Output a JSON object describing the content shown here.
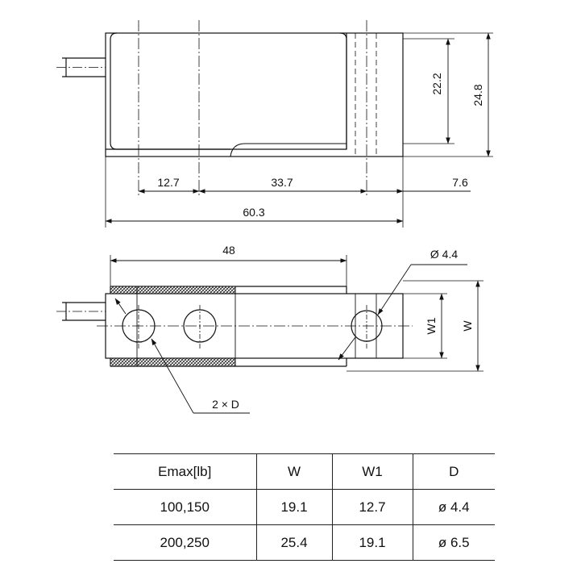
{
  "side_view": {
    "dims": {
      "height_inner": "22.2",
      "height_total": "24.8",
      "offset_left": "12.7",
      "hole_spacing": "33.7",
      "offset_right": "7.6",
      "length_total": "60.3"
    }
  },
  "top_view": {
    "dims": {
      "span": "48",
      "hole_dia": "Ø 4.4",
      "width_inner": "W1",
      "width_total": "W",
      "holes_note": "2 × D"
    }
  },
  "spec_table": {
    "headers": [
      "Emax[lb]",
      "W",
      "W1",
      "D"
    ],
    "rows": [
      [
        "100,150",
        "19.1",
        "12.7",
        "ø 4.4"
      ],
      [
        "200,250",
        "25.4",
        "19.1",
        "ø 6.5"
      ]
    ]
  }
}
